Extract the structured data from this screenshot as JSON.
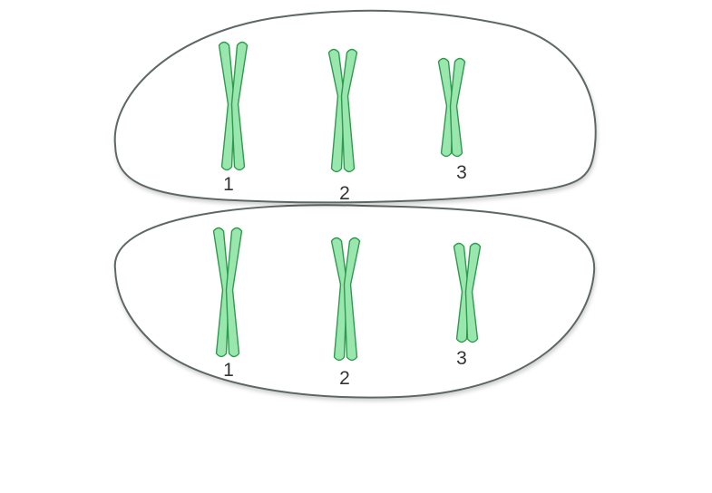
{
  "diagram": {
    "colors": {
      "chromosome_fill": "#99e6ae",
      "chromosome_stroke": "#2e9a4c",
      "cell_outline": "#5d6766",
      "cell_fill": "#ffffff",
      "label_color": "#333333"
    },
    "top_cell": {
      "chromosomes": [
        {
          "label": "1"
        },
        {
          "label": "2"
        },
        {
          "label": "3"
        }
      ]
    },
    "bottom_cell": {
      "chromosomes": [
        {
          "label": "1"
        },
        {
          "label": "2"
        },
        {
          "label": "3"
        }
      ]
    }
  }
}
